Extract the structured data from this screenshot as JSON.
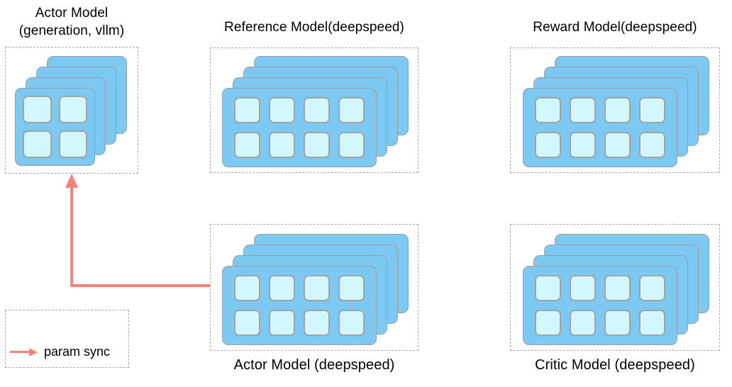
{
  "diagram": {
    "groups": [
      {
        "id": "actor-vllm",
        "title_lines": [
          "Actor Model",
          "(generation, vllm)"
        ],
        "label_position": "top",
        "stack_count": 4,
        "grid_rows": 2,
        "grid_cols": 2
      },
      {
        "id": "reference-deepspeed",
        "title_lines": [
          "Reference Model(deepspeed)"
        ],
        "label_position": "top",
        "stack_count": 4,
        "grid_rows": 2,
        "grid_cols": 4
      },
      {
        "id": "reward-deepspeed",
        "title_lines": [
          "Reward Model(deepspeed)"
        ],
        "label_position": "top",
        "stack_count": 4,
        "grid_rows": 2,
        "grid_cols": 4
      },
      {
        "id": "actor-deepspeed",
        "title_lines": [
          "Actor Model (deepspeed)"
        ],
        "label_position": "bottom",
        "stack_count": 4,
        "grid_rows": 2,
        "grid_cols": 4
      },
      {
        "id": "critic-deepspeed",
        "title_lines": [
          "Critic Model (deepspeed)"
        ],
        "label_position": "bottom",
        "stack_count": 4,
        "grid_rows": 2,
        "grid_cols": 4
      }
    ],
    "legend": {
      "label": "param sync"
    },
    "arrow": {
      "from": "actor-deepspeed",
      "to": "actor-vllm",
      "meaning": "param sync"
    },
    "colors": {
      "card_fill": "#7cc9f4",
      "card_border": "#9e9e9e",
      "cell_fill": "#d2f7fc",
      "cell_border": "#a3a3a3",
      "dashed_border": "#a8a8a8",
      "arrow": "#f9827a",
      "text": "#000000"
    }
  }
}
